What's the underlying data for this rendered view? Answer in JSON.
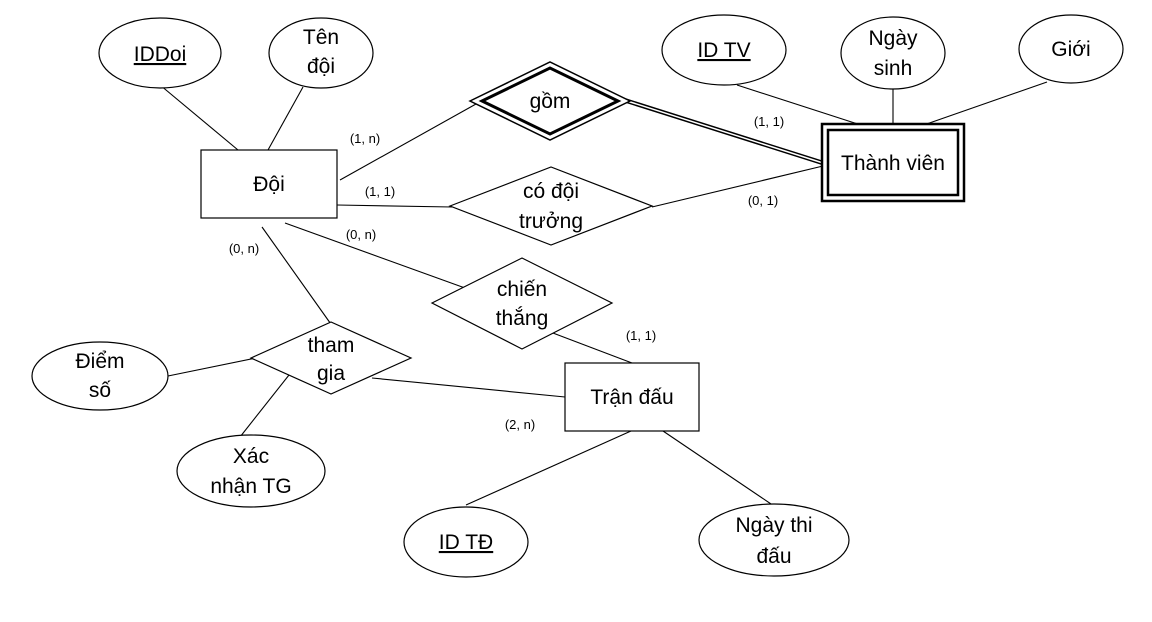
{
  "diagram": {
    "entities": {
      "doi": "Đội",
      "thanh_vien": "Thành viên",
      "tran_dau": "Trận đấu"
    },
    "relationships": {
      "gom": "gồm",
      "co_doi_truong": [
        "có đội",
        "trưởng"
      ],
      "chien_thang": [
        "chiến",
        "thắng"
      ],
      "tham_gia": [
        "tham",
        "gia"
      ]
    },
    "attributes": {
      "iddoi": "IDDoi",
      "ten_doi": [
        "Tên",
        "đội"
      ],
      "id_tv": "ID TV",
      "ngay_sinh": [
        "Ngày",
        "sinh"
      ],
      "gioi": "Giới",
      "diem_so": [
        "Điểm",
        "số"
      ],
      "xac_nhan_tg": [
        "Xác",
        "nhận TG"
      ],
      "id_td": "ID TĐ",
      "ngay_thi_dau": [
        "Ngày thi",
        "đấu"
      ]
    },
    "cardinalities": {
      "doi_gom": "(1, n)",
      "tv_gom": "(1, 1)",
      "doi_codoitruong": "(1, 1)",
      "tv_codoitruong": "(0, 1)",
      "doi_chienthang": "(0, n)",
      "trandau_chienthang": "(1, 1)",
      "doi_thamgia": "(0, n)",
      "trandau_thamgia": "(2, n)"
    }
  }
}
